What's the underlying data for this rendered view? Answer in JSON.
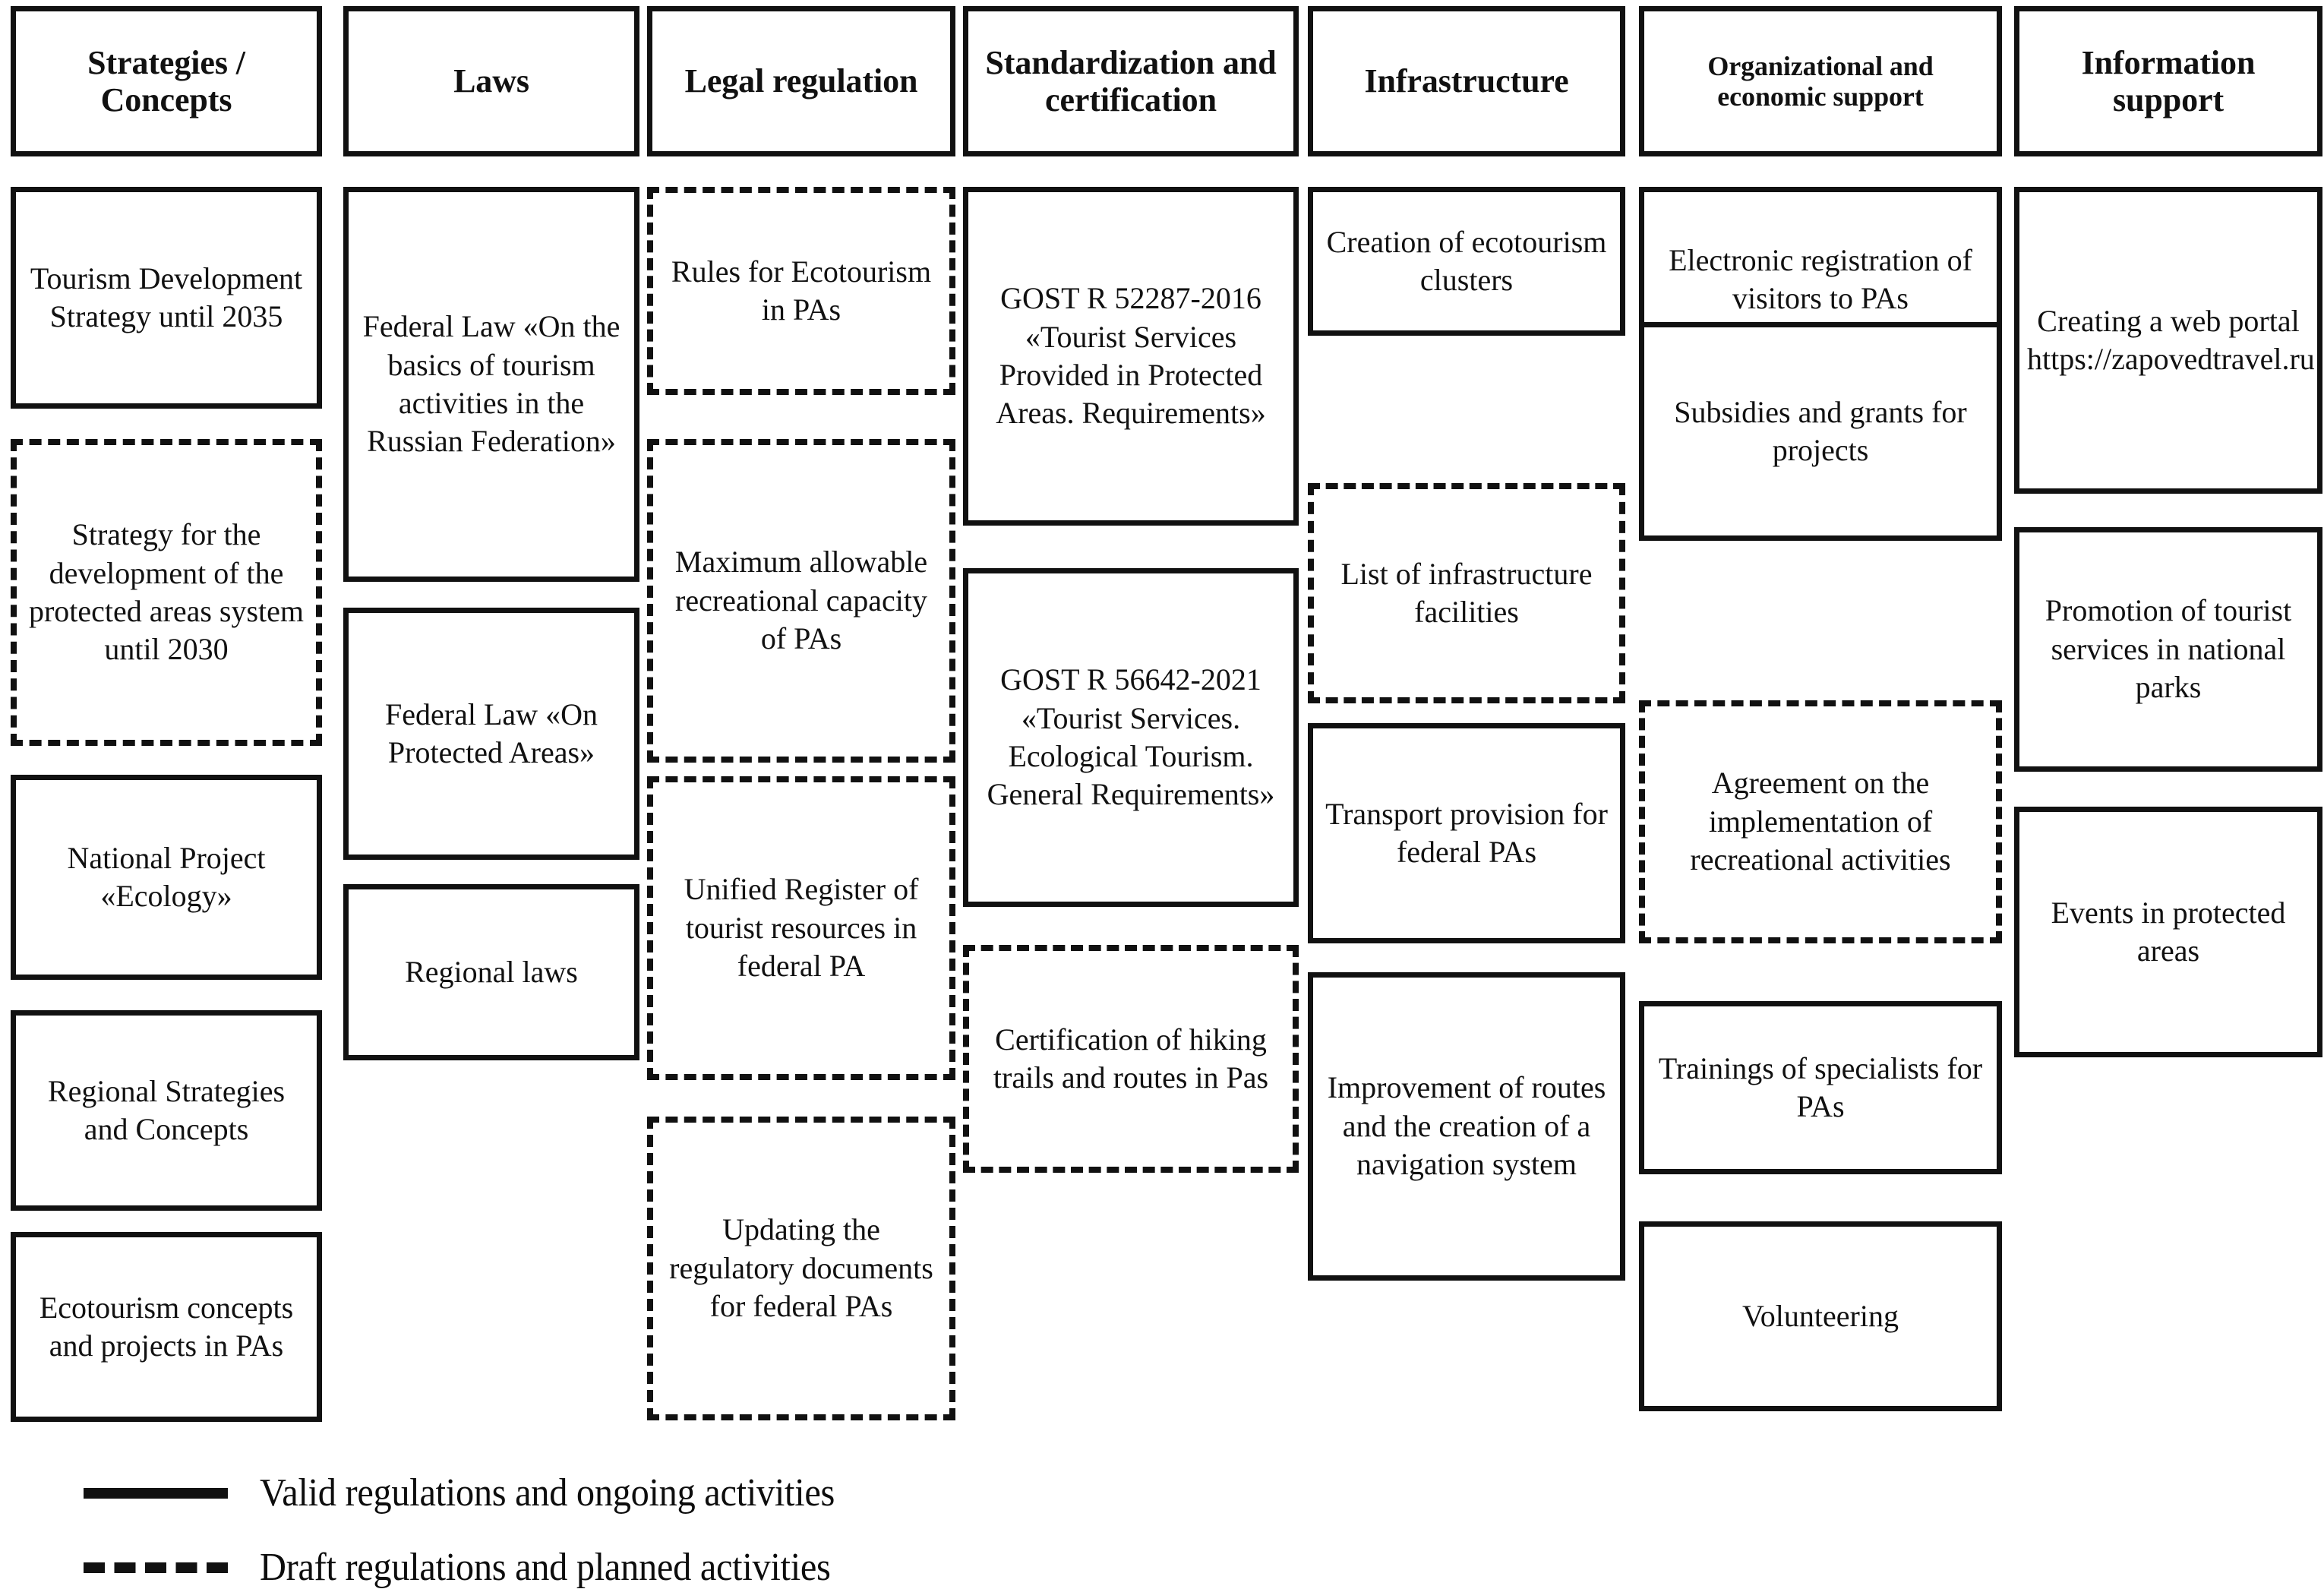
{
  "diagram": {
    "columns": [
      {
        "header": "Strategies / Concepts",
        "items": [
          {
            "text": "Tourism Development Strategy until 2035",
            "style": "solid"
          },
          {
            "text": "Strategy for the development of the protected areas system until 2030",
            "style": "dashed"
          },
          {
            "text": "National Project «Ecology»",
            "style": "solid"
          },
          {
            "text": "Regional Strategies and Concepts",
            "style": "solid"
          },
          {
            "text": "Ecotourism concepts and projects in PAs",
            "style": "solid"
          }
        ]
      },
      {
        "header": "Laws",
        "items": [
          {
            "text": "Federal Law «On the basics of tourism activities in the Russian Federation»",
            "style": "solid"
          },
          {
            "text": "Federal Law «On Protected Areas»",
            "style": "solid"
          },
          {
            "text": "Regional laws",
            "style": "solid"
          }
        ]
      },
      {
        "header": "Legal regulation",
        "items": [
          {
            "text": "Rules for Ecotourism in PAs",
            "style": "dashed"
          },
          {
            "text": "Maximum allowable recreational capacity of PAs",
            "style": "dashed"
          },
          {
            "text": "Unified Register of tourist resources in federal PA",
            "style": "dashed"
          },
          {
            "text": "Updating the regulatory documents for federal PAs",
            "style": "dashed"
          }
        ]
      },
      {
        "header": "Standardization and certification",
        "items": [
          {
            "text": "GOST R 52287-2016 «Tourist Services Provided in Protected Areas. Requirements»",
            "style": "solid"
          },
          {
            "text": "GOST R 56642-2021 «Tourist Services. Ecological Tourism. General Requirements»",
            "style": "solid"
          },
          {
            "text": "Certification of hiking trails and routes in Pas",
            "style": "dashed"
          }
        ]
      },
      {
        "header": "Infrastructure",
        "items": [
          {
            "text": "Creation of ecotourism clusters",
            "style": "solid"
          },
          {
            "text": "List of infrastructure facilities",
            "style": "dashed"
          },
          {
            "text": "Transport provision for federal PAs",
            "style": "solid"
          },
          {
            "text": "Improvement of routes and the creation of a navigation system",
            "style": "solid"
          }
        ]
      },
      {
        "header": "Organizational and economic support",
        "items": [
          {
            "text": "Electronic registration of visitors to PAs",
            "style": "solid"
          },
          {
            "text": "Subsidies and grants for projects",
            "style": "solid"
          },
          {
            "text": "Agreement on the implementation of recreational activities",
            "style": "dashed"
          },
          {
            "text": "Trainings of specialists for PAs",
            "style": "solid"
          },
          {
            "text": "Volunteering",
            "style": "solid"
          }
        ]
      },
      {
        "header": "Information support",
        "items": [
          {
            "text": "Creating a web portal https://zapovedtravel.ru",
            "style": "solid"
          },
          {
            "text": "Promotion of tourist services in national parks",
            "style": "solid"
          },
          {
            "text": "Events in protected areas",
            "style": "solid"
          }
        ]
      }
    ],
    "legend": [
      {
        "style": "solid",
        "label": "Valid regulations and ongoing activities"
      },
      {
        "style": "dashed",
        "label": "Draft regulations and planned activities"
      }
    ]
  }
}
